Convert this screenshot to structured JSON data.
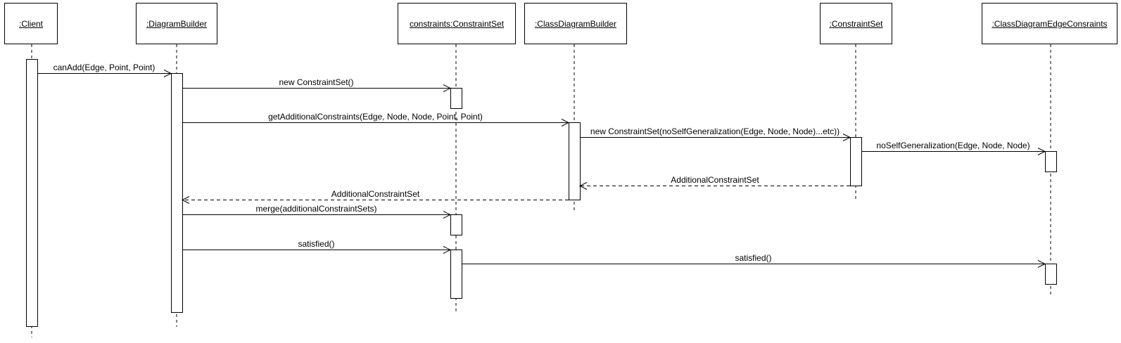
{
  "participants": [
    {
      "id": "client",
      "label": ":Client"
    },
    {
      "id": "diagram_builder",
      "label": ":DiagramBuilder"
    },
    {
      "id": "constraints",
      "label": "constraints:ConstraintSet"
    },
    {
      "id": "class_diagram_builder",
      "label": ":ClassDiagramBuilder"
    },
    {
      "id": "constraint_set",
      "label": ":ConstraintSet"
    },
    {
      "id": "edge_constraints",
      "label": ":ClassDiagramEdgeConsraints"
    }
  ],
  "messages": [
    {
      "label": "canAdd(Edge, Point, Point)",
      "kind": "call"
    },
    {
      "label": "new ConstraintSet()",
      "kind": "call"
    },
    {
      "label": "getAdditionalConstraints(Edge, Node, Node, Point, Point)",
      "kind": "call"
    },
    {
      "label": "new ConstraintSet(noSelfGeneralization(Edge, Node, Node)...etc))",
      "kind": "call"
    },
    {
      "label": "noSelfGeneralization(Edge, Node, Node)",
      "kind": "call"
    },
    {
      "label": "AdditionalConstraintSet",
      "kind": "return"
    },
    {
      "label": "AdditionalConstraintSet",
      "kind": "return"
    },
    {
      "label": "merge(additionalConstraintSets)",
      "kind": "call"
    },
    {
      "label": "satisfied()",
      "kind": "call"
    },
    {
      "label": "satisfied()",
      "kind": "call"
    }
  ]
}
